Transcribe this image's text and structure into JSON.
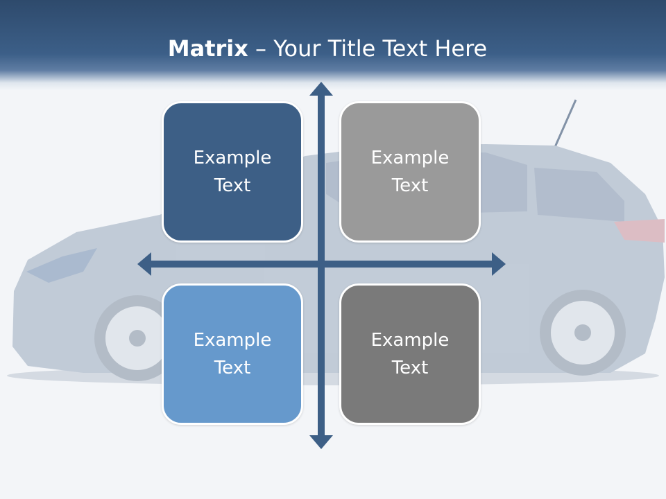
{
  "slide": {
    "title_bold": "Matrix",
    "title_rest": " – Your Title Text Here"
  },
  "matrix": {
    "top_left": "Example Text",
    "top_right": "Example Text",
    "bottom_left": "Example Text",
    "bottom_right": "Example Text"
  },
  "colors": {
    "header": "#3c5f88",
    "axis": "#3d5f86",
    "top_left": "#3d5f86",
    "top_right": "#9a9a9a",
    "bottom_left": "#6699cc",
    "bottom_right": "#7a7a7a"
  },
  "background_image": "car-silhouette"
}
